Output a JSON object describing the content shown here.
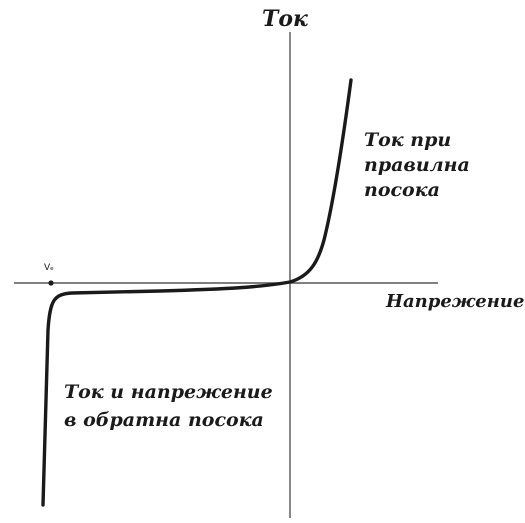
{
  "labels": {
    "y_axis": "Ток",
    "x_axis": "Напрежение",
    "forward": "Ток при правилна посока",
    "reverse": "Ток и напрежение в обратна посока",
    "breakdown_voltage": "Vₑ"
  },
  "colors": {
    "axis": "#555555",
    "curve": "#1a1a1a",
    "text": "#1a1a1a"
  }
}
